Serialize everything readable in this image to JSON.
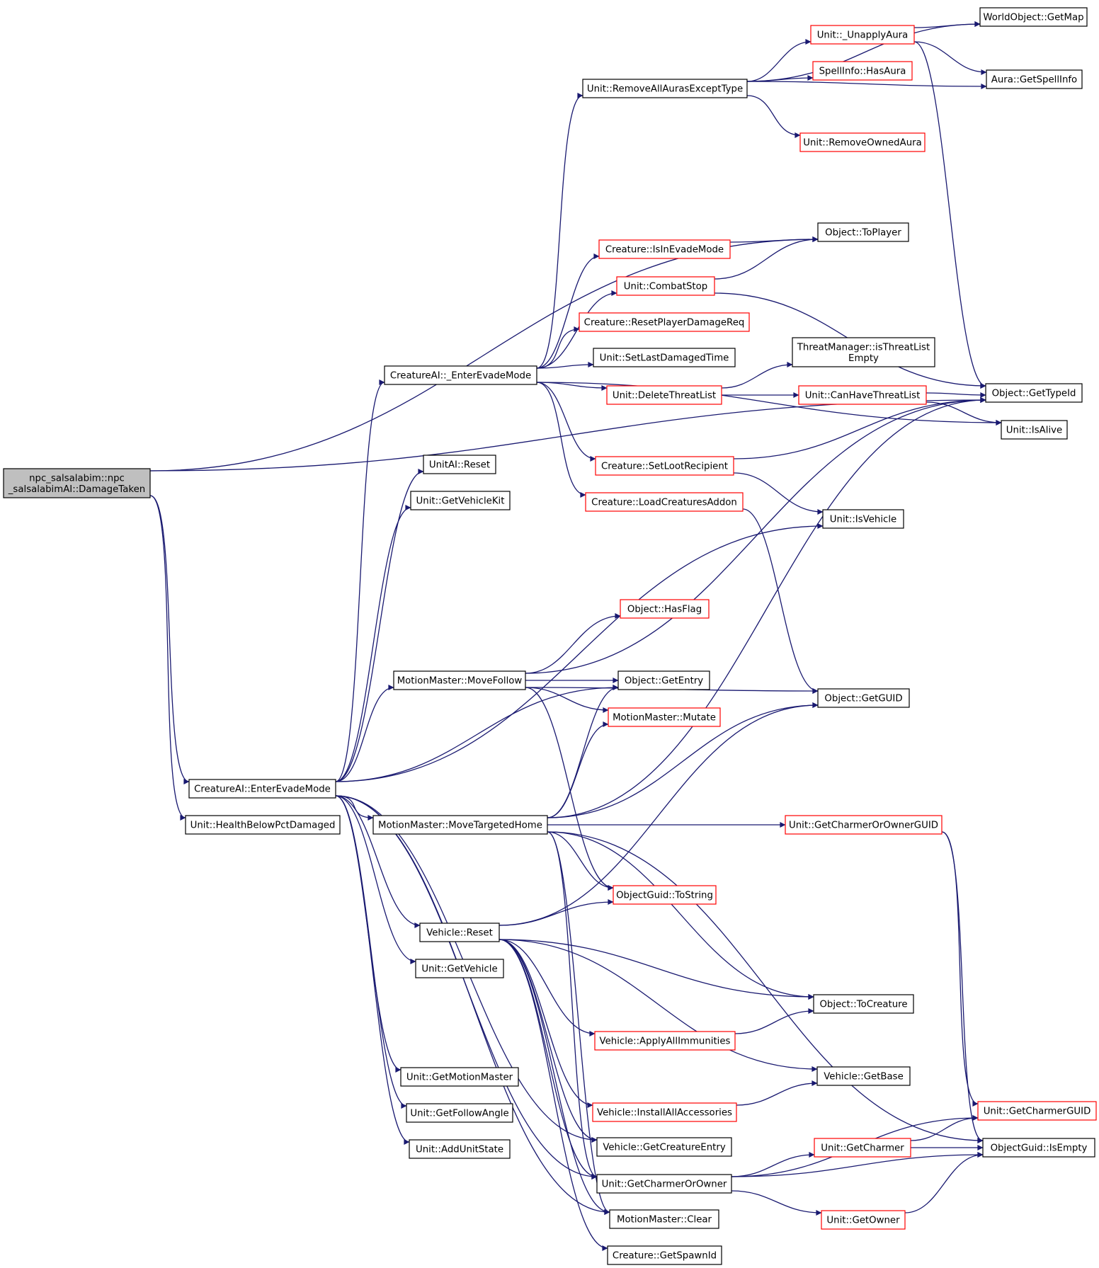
{
  "colors": {
    "edge": "#191970",
    "node_border": "#000000",
    "node_border_red": "#ff0000",
    "root_fill": "#bfbfbf",
    "node_fill": "#ffffff",
    "text": "#000000"
  },
  "nodes": [
    {
      "id": "root",
      "lines": [
        "npc_salsalabim::npc",
        "_salsalabimAI::DamageTaken"
      ],
      "red": false,
      "root": true
    },
    {
      "id": "enterEvadeMode",
      "lines": [
        "CreatureAI::EnterEvadeMode"
      ],
      "red": false
    },
    {
      "id": "healthBelow",
      "lines": [
        "Unit::HealthBelowPctDamaged"
      ],
      "red": false
    },
    {
      "id": "_enterEvadeMode",
      "lines": [
        "CreatureAI::_EnterEvadeMode"
      ],
      "red": false
    },
    {
      "id": "unitAIReset",
      "lines": [
        "UnitAI::Reset"
      ],
      "red": false
    },
    {
      "id": "getVehicleKit",
      "lines": [
        "Unit::GetVehicleKit"
      ],
      "red": false
    },
    {
      "id": "moveFollow",
      "lines": [
        "MotionMaster::MoveFollow"
      ],
      "red": false
    },
    {
      "id": "moveTargetedHome",
      "lines": [
        "MotionMaster::MoveTargetedHome"
      ],
      "red": false
    },
    {
      "id": "vehicleReset",
      "lines": [
        "Vehicle::Reset"
      ],
      "red": false
    },
    {
      "id": "getVehicle",
      "lines": [
        "Unit::GetVehicle"
      ],
      "red": false
    },
    {
      "id": "getMotionMaster",
      "lines": [
        "Unit::GetMotionMaster"
      ],
      "red": false
    },
    {
      "id": "getFollowAngle",
      "lines": [
        "Unit::GetFollowAngle"
      ],
      "red": false
    },
    {
      "id": "addUnitState",
      "lines": [
        "Unit::AddUnitState"
      ],
      "red": false
    },
    {
      "id": "removeAllAuras",
      "lines": [
        "Unit::RemoveAllAurasExceptType"
      ],
      "red": false
    },
    {
      "id": "isInEvadeMode",
      "lines": [
        "Creature::IsInEvadeMode"
      ],
      "red": true
    },
    {
      "id": "combatStop",
      "lines": [
        "Unit::CombatStop"
      ],
      "red": true
    },
    {
      "id": "resetPlayerDamage",
      "lines": [
        "Creature::ResetPlayerDamageReq"
      ],
      "red": true
    },
    {
      "id": "setLastDamaged",
      "lines": [
        "Unit::SetLastDamagedTime"
      ],
      "red": false
    },
    {
      "id": "deleteThreatList",
      "lines": [
        "Unit::DeleteThreatList"
      ],
      "red": true
    },
    {
      "id": "setLootRecipient",
      "lines": [
        "Creature::SetLootRecipient"
      ],
      "red": true
    },
    {
      "id": "loadCreaturesAddon",
      "lines": [
        "Creature::LoadCreaturesAddon"
      ],
      "red": true
    },
    {
      "id": "hasFlag",
      "lines": [
        "Object::HasFlag"
      ],
      "red": true
    },
    {
      "id": "getEntry",
      "lines": [
        "Object::GetEntry"
      ],
      "red": false
    },
    {
      "id": "mutate",
      "lines": [
        "MotionMaster::Mutate"
      ],
      "red": true
    },
    {
      "id": "guidToString",
      "lines": [
        "ObjectGuid::ToString"
      ],
      "red": true
    },
    {
      "id": "applyAllImmunities",
      "lines": [
        "Vehicle::ApplyAllImmunities"
      ],
      "red": true
    },
    {
      "id": "installAllAccessories",
      "lines": [
        "Vehicle::InstallAllAccessories"
      ],
      "red": true
    },
    {
      "id": "getCreatureEntry",
      "lines": [
        "Vehicle::GetCreatureEntry"
      ],
      "red": false
    },
    {
      "id": "getCharmerOrOwner",
      "lines": [
        "Unit::GetCharmerOrOwner"
      ],
      "red": false
    },
    {
      "id": "mmClear",
      "lines": [
        "MotionMaster::Clear"
      ],
      "red": false
    },
    {
      "id": "getSpawnId",
      "lines": [
        "Creature::GetSpawnId"
      ],
      "red": false
    },
    {
      "id": "unapplyAura",
      "lines": [
        "Unit::_UnapplyAura"
      ],
      "red": true
    },
    {
      "id": "spellInfoHasAura",
      "lines": [
        "SpellInfo::HasAura"
      ],
      "red": true
    },
    {
      "id": "removeOwnedAura",
      "lines": [
        "Unit::RemoveOwnedAura"
      ],
      "red": true
    },
    {
      "id": "toPlayer",
      "lines": [
        "Object::ToPlayer"
      ],
      "red": false
    },
    {
      "id": "threatListEmpty",
      "lines": [
        "ThreatManager::isThreatList",
        "Empty"
      ],
      "red": false
    },
    {
      "id": "canHaveThreatList",
      "lines": [
        "Unit::CanHaveThreatList"
      ],
      "red": true
    },
    {
      "id": "isVehicle",
      "lines": [
        "Unit::IsVehicle"
      ],
      "red": false
    },
    {
      "id": "getGUID",
      "lines": [
        "Object::GetGUID"
      ],
      "red": false
    },
    {
      "id": "getCharmerOrOwnerGUID",
      "lines": [
        "Unit::GetCharmerOrOwnerGUID"
      ],
      "red": true
    },
    {
      "id": "toCreature",
      "lines": [
        "Object::ToCreature"
      ],
      "red": false
    },
    {
      "id": "getBase",
      "lines": [
        "Vehicle::GetBase"
      ],
      "red": false
    },
    {
      "id": "getCharmer",
      "lines": [
        "Unit::GetCharmer"
      ],
      "red": true
    },
    {
      "id": "getOwner",
      "lines": [
        "Unit::GetOwner"
      ],
      "red": true
    },
    {
      "id": "getMap",
      "lines": [
        "WorldObject::GetMap"
      ],
      "red": false
    },
    {
      "id": "getSpellInfo",
      "lines": [
        "Aura::GetSpellInfo"
      ],
      "red": false
    },
    {
      "id": "getTypeId",
      "lines": [
        "Object::GetTypeId"
      ],
      "red": false
    },
    {
      "id": "isAlive",
      "lines": [
        "Unit::IsAlive"
      ],
      "red": false
    },
    {
      "id": "getCharmerGUID",
      "lines": [
        "Unit::GetCharmerGUID"
      ],
      "red": true
    },
    {
      "id": "guidIsEmpty",
      "lines": [
        "ObjectGuid::IsEmpty"
      ],
      "red": false
    }
  ],
  "edges": [
    [
      "root",
      "enterEvadeMode"
    ],
    [
      "root",
      "healthBelow"
    ],
    [
      "root",
      "toPlayer"
    ],
    [
      "root",
      "getTypeId"
    ],
    [
      "enterEvadeMode",
      "_enterEvadeMode"
    ],
    [
      "enterEvadeMode",
      "unitAIReset"
    ],
    [
      "enterEvadeMode",
      "getVehicleKit"
    ],
    [
      "enterEvadeMode",
      "moveFollow"
    ],
    [
      "enterEvadeMode",
      "moveTargetedHome"
    ],
    [
      "enterEvadeMode",
      "vehicleReset"
    ],
    [
      "enterEvadeMode",
      "getVehicle"
    ],
    [
      "enterEvadeMode",
      "getMotionMaster"
    ],
    [
      "enterEvadeMode",
      "getFollowAngle"
    ],
    [
      "enterEvadeMode",
      "addUnitState"
    ],
    [
      "enterEvadeMode",
      "isVehicle"
    ],
    [
      "enterEvadeMode",
      "getEntry"
    ],
    [
      "enterEvadeMode",
      "getCharmerOrOwner"
    ],
    [
      "enterEvadeMode",
      "mmClear"
    ],
    [
      "enterEvadeMode",
      "getCreatureEntry"
    ],
    [
      "_enterEvadeMode",
      "removeAllAuras"
    ],
    [
      "_enterEvadeMode",
      "isInEvadeMode"
    ],
    [
      "_enterEvadeMode",
      "combatStop"
    ],
    [
      "_enterEvadeMode",
      "resetPlayerDamage"
    ],
    [
      "_enterEvadeMode",
      "setLastDamaged"
    ],
    [
      "_enterEvadeMode",
      "deleteThreatList"
    ],
    [
      "_enterEvadeMode",
      "setLootRecipient"
    ],
    [
      "_enterEvadeMode",
      "loadCreaturesAddon"
    ],
    [
      "_enterEvadeMode",
      "isAlive"
    ],
    [
      "removeAllAuras",
      "getMap"
    ],
    [
      "removeAllAuras",
      "unapplyAura"
    ],
    [
      "removeAllAuras",
      "spellInfoHasAura"
    ],
    [
      "removeAllAuras",
      "getSpellInfo"
    ],
    [
      "removeAllAuras",
      "removeOwnedAura"
    ],
    [
      "unapplyAura",
      "getMap"
    ],
    [
      "unapplyAura",
      "getSpellInfo"
    ],
    [
      "unapplyAura",
      "getTypeId"
    ],
    [
      "isInEvadeMode",
      "toPlayer"
    ],
    [
      "combatStop",
      "toPlayer"
    ],
    [
      "combatStop",
      "getTypeId"
    ],
    [
      "deleteThreatList",
      "threatListEmpty"
    ],
    [
      "deleteThreatList",
      "canHaveThreatList"
    ],
    [
      "canHaveThreatList",
      "getTypeId"
    ],
    [
      "canHaveThreatList",
      "isAlive"
    ],
    [
      "setLootRecipient",
      "getTypeId"
    ],
    [
      "setLootRecipient",
      "isVehicle"
    ],
    [
      "loadCreaturesAddon",
      "getGUID"
    ],
    [
      "moveFollow",
      "hasFlag"
    ],
    [
      "moveFollow",
      "getTypeId"
    ],
    [
      "moveFollow",
      "getGUID"
    ],
    [
      "moveFollow",
      "getEntry"
    ],
    [
      "moveFollow",
      "mutate"
    ],
    [
      "moveFollow",
      "guidToString"
    ],
    [
      "moveTargetedHome",
      "getEntry"
    ],
    [
      "moveTargetedHome",
      "mutate"
    ],
    [
      "moveTargetedHome",
      "getGUID"
    ],
    [
      "moveTargetedHome",
      "getTypeId"
    ],
    [
      "moveTargetedHome",
      "getCharmerOrOwnerGUID"
    ],
    [
      "moveTargetedHome",
      "guidToString"
    ],
    [
      "moveTargetedHome",
      "toCreature"
    ],
    [
      "moveTargetedHome",
      "guidIsEmpty"
    ],
    [
      "moveTargetedHome",
      "getCharmerOrOwner"
    ],
    [
      "moveTargetedHome",
      "mmClear"
    ],
    [
      "vehicleReset",
      "guidToString"
    ],
    [
      "vehicleReset",
      "getGUID"
    ],
    [
      "vehicleReset",
      "toCreature"
    ],
    [
      "vehicleReset",
      "applyAllImmunities"
    ],
    [
      "vehicleReset",
      "getBase"
    ],
    [
      "vehicleReset",
      "installAllAccessories"
    ],
    [
      "vehicleReset",
      "getCreatureEntry"
    ],
    [
      "vehicleReset",
      "getCharmerOrOwner"
    ],
    [
      "vehicleReset",
      "mmClear"
    ],
    [
      "vehicleReset",
      "getSpawnId"
    ],
    [
      "applyAllImmunities",
      "toCreature"
    ],
    [
      "installAllAccessories",
      "getBase"
    ],
    [
      "getCharmerOrOwnerGUID",
      "getCharmerGUID"
    ],
    [
      "getCharmerOrOwnerGUID",
      "guidIsEmpty"
    ],
    [
      "getCharmerOrOwner",
      "getCharmer"
    ],
    [
      "getCharmerOrOwner",
      "getOwner"
    ],
    [
      "getCharmerOrOwner",
      "getCharmerGUID"
    ],
    [
      "getCharmerOrOwner",
      "guidIsEmpty"
    ],
    [
      "getCharmer",
      "getCharmerGUID"
    ],
    [
      "getCharmer",
      "guidIsEmpty"
    ],
    [
      "getOwner",
      "guidIsEmpty"
    ]
  ]
}
